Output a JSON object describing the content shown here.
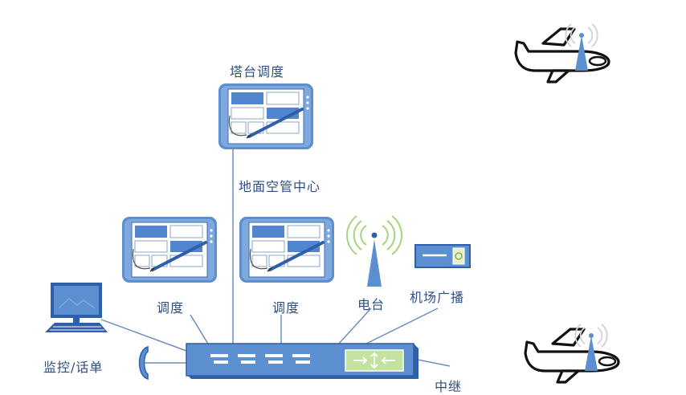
{
  "labels": {
    "tower_dispatch": "塔台调度",
    "ground_atc_center": "地面空管中心",
    "dispatch_left": "调度",
    "dispatch_right": "调度",
    "radio_station": "电台",
    "airport_broadcast": "机场广播",
    "monitor_billing": "监控/话单",
    "relay": "中继"
  },
  "colors": {
    "line": "#6d8fbf",
    "device_blue": "#5b8fd0",
    "device_dark": "#2f5fa8",
    "screen_blue": "#4f86cf",
    "green_panel": "#c4e3a0",
    "text": "#2d4f86"
  },
  "icons": [
    "tablet-icon",
    "radio-tower-icon",
    "broadcast-speaker-icon",
    "computer-icon",
    "telephone-icon",
    "airplane-icon",
    "switch-device-icon"
  ]
}
